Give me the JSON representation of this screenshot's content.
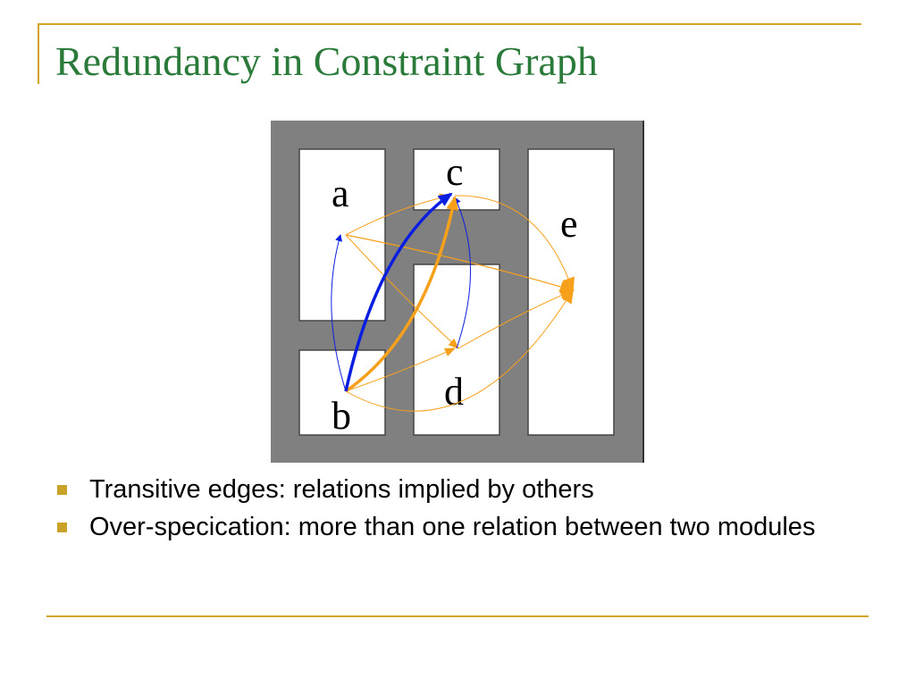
{
  "slide": {
    "title": "Redundancy in Constraint Graph",
    "bullets": [
      "Transitive edges: relations implied by others",
      "Over-specication: more than one relation between two modules"
    ]
  },
  "diagram": {
    "nodes": {
      "a": "a",
      "b": "b",
      "c": "c",
      "d": "d",
      "e": "e"
    }
  },
  "colors": {
    "title": "#2a7a3a",
    "accent_line": "#d4a52a",
    "bullet": "#c9a227",
    "frame": "#808080",
    "blue_edge": "#0a1ee0",
    "orange_edge": "#f7a01c"
  }
}
